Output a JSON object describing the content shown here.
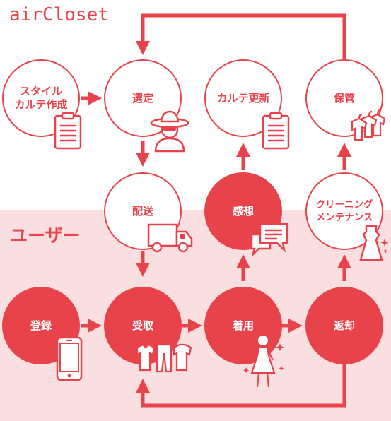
{
  "title": "airCloset",
  "user_label": "ユーザー",
  "colors": {
    "accent": "#e8434b",
    "user_area": "#f9dfe0"
  },
  "nodes": {
    "style_karte": "スタイル\nカルテ作成",
    "selection": "選定",
    "karte_update": "カルテ更新",
    "storage": "保管",
    "delivery": "配送",
    "feedback": "感想",
    "cleaning": "クリーニング\nメンテナンス",
    "register": "登録",
    "receive": "受取",
    "wear": "着用",
    "return": "返却"
  },
  "icons": [
    "clipboard-icon",
    "stylist-hat-icon",
    "hanging-clothes-icon",
    "delivery-truck-icon",
    "speech-bubbles-icon",
    "dress-icon",
    "smartphone-icon",
    "clothes-set-icon",
    "woman-wearing-dress-icon"
  ]
}
